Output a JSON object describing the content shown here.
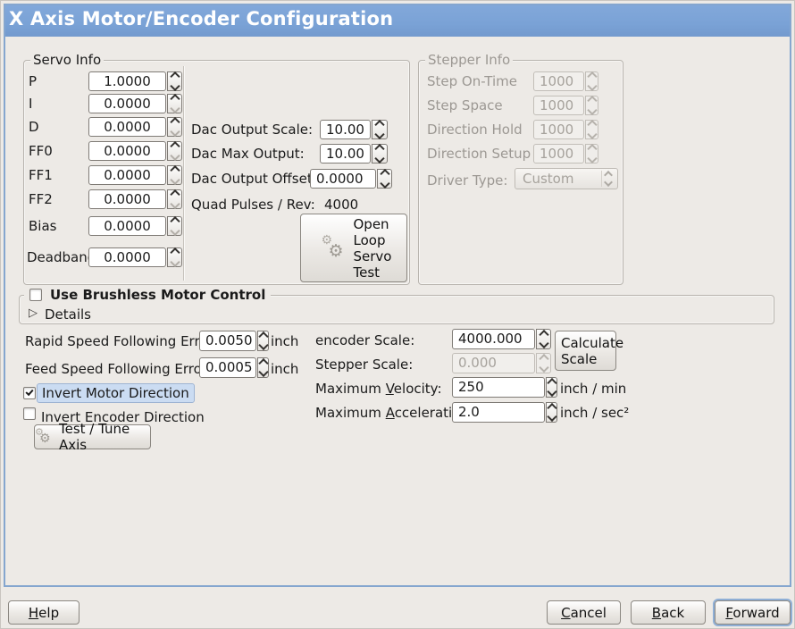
{
  "title": "X Axis Motor/Encoder Configuration",
  "colors": {
    "titlebar": "#7aa2d6",
    "window_frame": "#85a6cf",
    "selection_bg": "#cbdcf2",
    "selection_border": "#9eb4d3",
    "panel_bg": "#edeae6"
  },
  "icons": {
    "gear": "⚙",
    "expander": "▷"
  },
  "servo_info": {
    "legend": "Servo Info",
    "params": [
      {
        "label": "P",
        "value": "1.0000"
      },
      {
        "label": "I",
        "value": "0.0000"
      },
      {
        "label": "D",
        "value": "0.0000"
      },
      {
        "label": "FF0",
        "value": "0.0000"
      },
      {
        "label": "FF1",
        "value": "0.0000"
      },
      {
        "label": "FF2",
        "value": "0.0000"
      },
      {
        "label": "Bias",
        "value": "0.0000"
      },
      {
        "label": "Deadband",
        "value": "0.0000"
      }
    ],
    "dac_rows": [
      {
        "label": "Dac Output Scale:",
        "value": "10.00"
      },
      {
        "label": "Dac Max Output:",
        "value": "10.00"
      },
      {
        "label": "Dac Output Offset:",
        "value": "0.0000"
      }
    ],
    "quad": {
      "label": "Quad Pulses / Rev:",
      "value": "4000"
    },
    "open_loop_button": [
      "Open",
      "Loop",
      "Servo",
      "Test"
    ]
  },
  "stepper_info": {
    "legend": "Stepper Info",
    "fields": [
      {
        "label": "Step On-Time",
        "value": "1000"
      },
      {
        "label": "Step Space",
        "value": "1000"
      },
      {
        "label": "Direction Hold",
        "value": "1000"
      },
      {
        "label": "Direction Setup",
        "value": "1000"
      }
    ],
    "driver_type": {
      "label": "Driver Type:",
      "value": "Custom"
    }
  },
  "brushless": {
    "checkbox_label": "Use Brushless Motor Control",
    "details_label": "Details"
  },
  "following_error": {
    "rapid": {
      "label": "Rapid Speed Following Error:",
      "value": "0.0050",
      "unit": "inch"
    },
    "feed": {
      "label": "Feed Speed Following Error:",
      "value": "0.0005",
      "unit": "inch"
    }
  },
  "scales": {
    "encoder": {
      "label": "encoder Scale:",
      "value": "4000.000"
    },
    "stepper": {
      "label": "Stepper Scale:",
      "value": "0.000"
    },
    "calculate_button": [
      "Calculate",
      "Scale"
    ],
    "velocity": {
      "pre": "Maximum ",
      "mn": "V",
      "post": "elocity:",
      "value": "250",
      "unit": "inch / min"
    },
    "acceleration": {
      "pre": "Maximum ",
      "mn": "A",
      "post": "cceleration:",
      "value": "2.0",
      "unit": "inch / sec²"
    }
  },
  "direction": {
    "invert_motor_label": "Invert Motor Direction",
    "invert_encoder_label": "Invert Encoder Direction",
    "test_button_label": "Test / Tune Axis"
  },
  "footer": {
    "help": {
      "mn": "H",
      "rest": "elp"
    },
    "cancel": {
      "mn": "C",
      "rest": "ancel"
    },
    "back": {
      "mn": "B",
      "rest": "ack"
    },
    "forward": {
      "mn": "F",
      "rest": "orward"
    }
  }
}
